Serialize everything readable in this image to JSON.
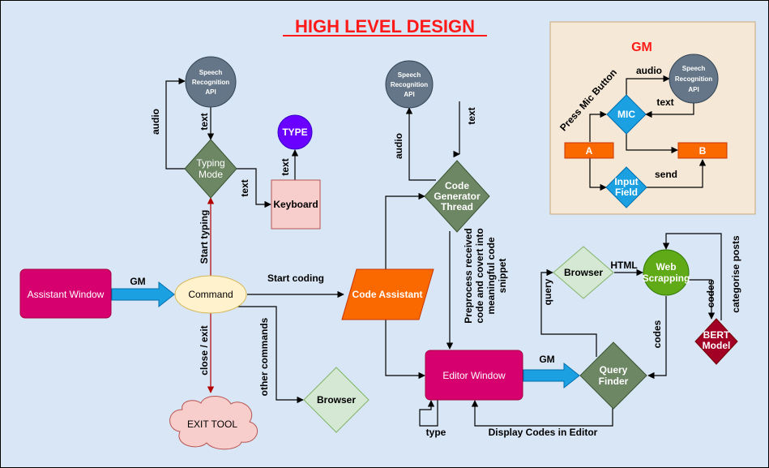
{
  "title": "HIGH LEVEL DESIGN",
  "nodes": {
    "assistant_window": "Assistant Window",
    "command": "Command",
    "exit_tool": "EXIT TOOL",
    "browser_bottom": "Browser",
    "typing_mode": [
      "Typing",
      "Mode"
    ],
    "speech_api_left": [
      "Speech",
      "Recognition",
      "API"
    ],
    "keyboard": "Keyboard",
    "type_circle": "TYPE",
    "code_assistant": "Code Assistant",
    "code_generator": [
      "Code",
      "Generator",
      "Thread"
    ],
    "speech_api_mid": [
      "Speech",
      "Recognition",
      "API"
    ],
    "editor_window": "Editor Window",
    "query_finder": [
      "Query",
      "Finder"
    ],
    "browser_right": "Browser",
    "web_scrapping": [
      "Web",
      "Scrapping"
    ],
    "bert_model": [
      "BERT",
      "Model"
    ]
  },
  "edges": {
    "gm_left": "GM",
    "start_typing": "Start typing",
    "close_exit": "close / exit",
    "start_coding": "Start coding",
    "other_commands": "other commands",
    "audio_left": "audio",
    "text_left": "text",
    "text_keyboard": "text",
    "text_type": "text",
    "audio_mid": "audio",
    "text_mid": "text",
    "preprocess": [
      "Preprocess received",
      "code and covert into",
      "meaningful code",
      "snippet"
    ],
    "gm_right": "GM",
    "type": "type",
    "display_codes": "Display Codes in Editor",
    "query": "query",
    "html": "HTML",
    "codes_ws": "codes",
    "codes_bert": "codes",
    "categorise": "categorise posts"
  },
  "gm_panel": {
    "title": "GM",
    "press_mic": "Press Mic Button",
    "audio": "audio",
    "text": "text",
    "speech_api": [
      "Speech",
      "Recognition",
      "API"
    ],
    "mic": "MIC",
    "a": "A",
    "b": "B",
    "input_field": [
      "Input",
      "Field"
    ],
    "send": "send"
  },
  "colors": {
    "background": "#d9e6f5",
    "title": "#ff1a1a",
    "magenta": "#d6006e",
    "green_diamond": "#6d8764",
    "slate": "#647687",
    "orange": "#fa6800",
    "light_green": "#d5e8d4",
    "pink": "#f8cecc",
    "purple": "#6a00ff",
    "blue_arrow": "#1ba1e2",
    "panel": "#f5e8d6"
  }
}
